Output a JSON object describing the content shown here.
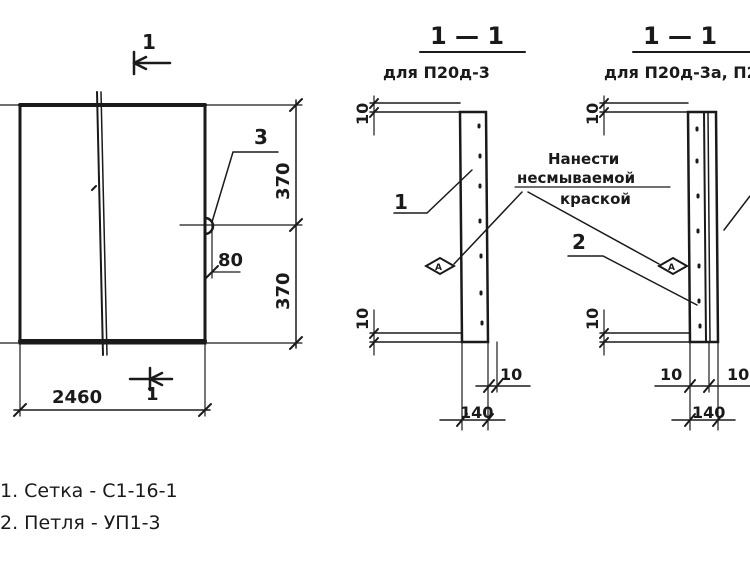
{
  "drawing": {
    "plan": {
      "dim_width": "2460",
      "dim_upper": "370",
      "dim_lower": "370",
      "dim_offset": "80",
      "callout": "3",
      "section_marker": "1"
    },
    "section_a": {
      "title": "1 — 1",
      "subtitle": "для П20д-3",
      "callout": "1",
      "dim_top": "10",
      "dim_bottom": "10",
      "dim_right": "10",
      "dim_width": "140"
    },
    "section_b": {
      "title": "1 — 1",
      "subtitle": "для П20д-3а, П2",
      "callout": "2",
      "dim_top": "10",
      "dim_bottom": "10",
      "dim_left": "10",
      "dim_right": "10",
      "dim_width": "140"
    },
    "note": {
      "line1": "Нанести",
      "line2": "несмываемой",
      "line3": "краской",
      "mark": "А"
    }
  },
  "legend": {
    "item1": "1. Сетка - С1-16-1",
    "item2": "2. Петля - УП1-3"
  }
}
